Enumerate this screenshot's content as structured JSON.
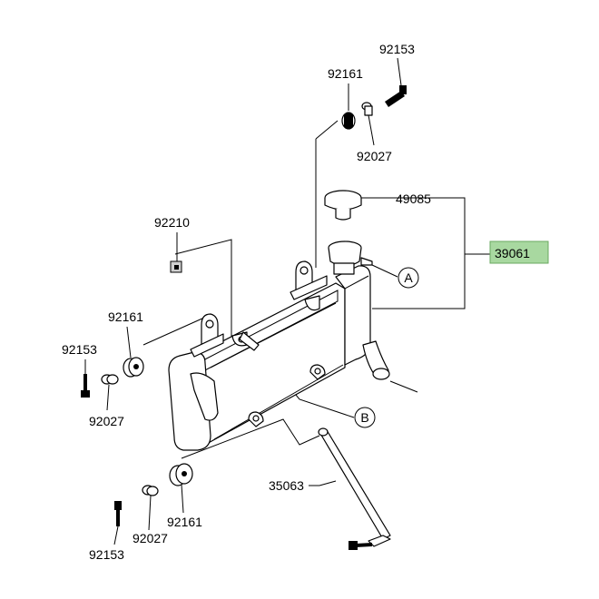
{
  "labels": {
    "p92153_top": "92153",
    "p92161_top": "92161",
    "p92027_top": "92027",
    "p49085": "49085",
    "p39061": "39061",
    "p92210": "92210",
    "p92161_left": "92161",
    "p92153_left": "92153",
    "p92027_left": "92027",
    "p35063": "35063",
    "p92027_bottom": "92027",
    "p92161_bottom": "92161",
    "p92153_bottom": "92153"
  },
  "callouts": {
    "a": "A",
    "b": "B"
  },
  "colors": {
    "highlight": "#a8d8a0",
    "ink": "#000000"
  }
}
